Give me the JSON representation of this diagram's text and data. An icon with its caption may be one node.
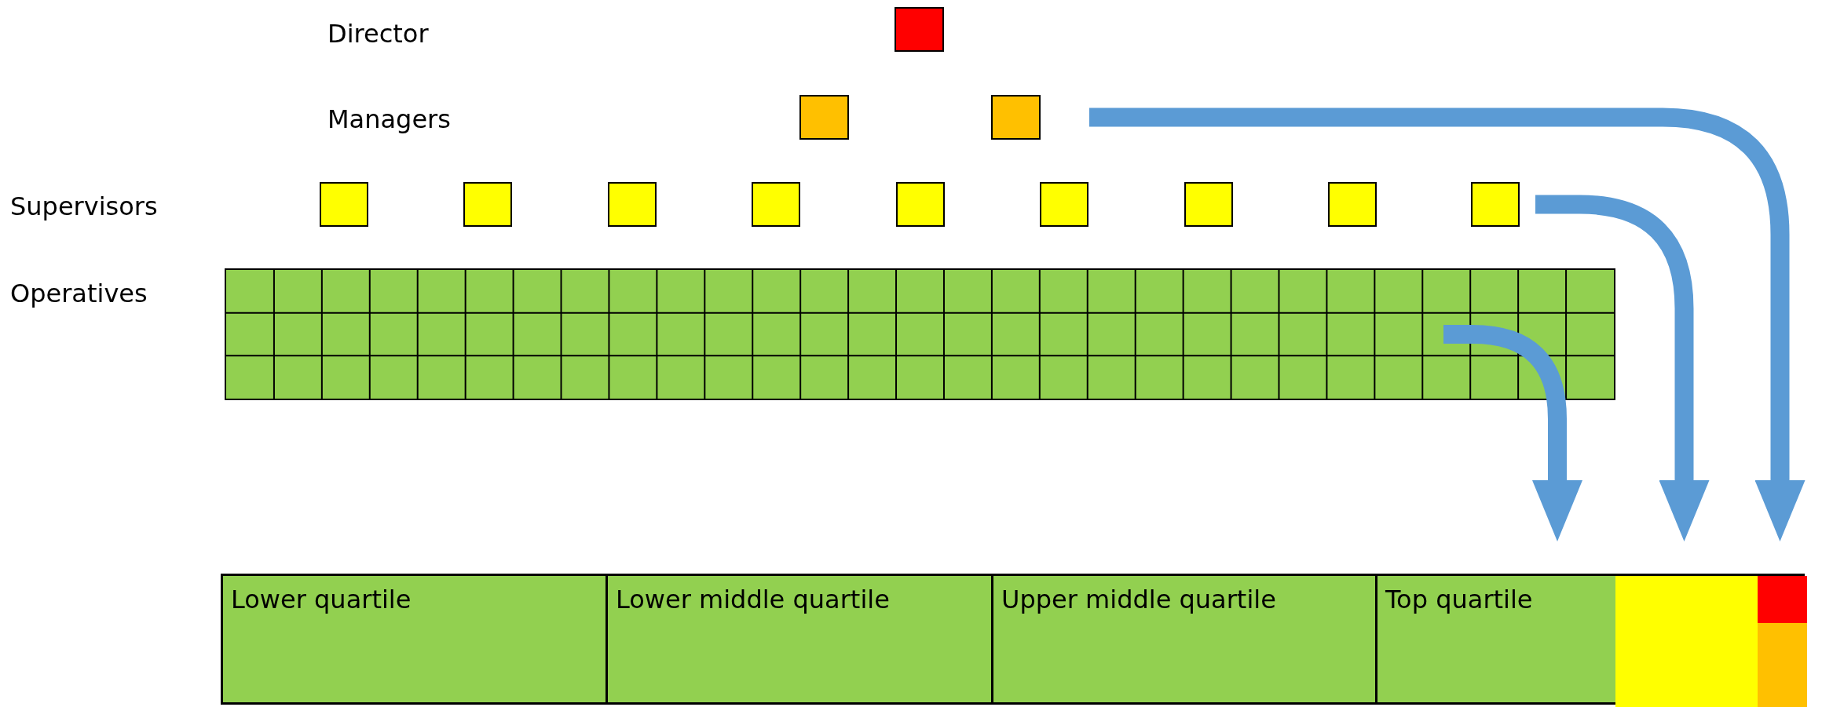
{
  "diagram": {
    "nodes": [
      {
        "text": [],
        "shape": "box"
      },
      {
        "text": [],
        "shape": "box"
      },
      {
        "text": [],
        "shape": "box"
      },
      {
        "text": [],
        "shape": "box"
      },
      {
        "text": [],
        "shape": "box"
      },
      {
        "text": [],
        "shape": "box"
      },
      {
        "text": [],
        "shape": "box"
      },
      {
        "text": [],
        "shape": "box"
      },
      {
        "text": [],
        "shape": "box"
      },
      {
        "text": [],
        "shape": "box"
      },
      {
        "text": [],
        "shape": "box"
      },
      {
        "text": [],
        "shape": "box"
      },
      {
        "text": [],
        "shape": "grid"
      },
      {
        "text": [
          "Lower quartile"
        ]
      },
      {
        "text": [
          "Lower middle quartile"
        ]
      },
      {
        "text": [
          "Upper middle quartile"
        ]
      },
      {
        "text": [
          "Top quartile"
        ]
      },
      {
        "text": [],
        "shape": "bar",
        "in": 16
      },
      {
        "text": [],
        "shape": "bar",
        "in": 16
      },
      {
        "text": [],
        "shape": "bar",
        "in": 16
      }
    ],
    "edges": [
      {
        "from": 12,
        "to": 16,
        "arrow": "to"
      },
      {
        "from": 11,
        "to": 17,
        "arrow": "to"
      },
      {
        "from": 2,
        "to": 18,
        "arrow": "to"
      }
    ],
    "labels": [
      "Director",
      "Managers",
      "Supervisors",
      "Operatives"
    ]
  }
}
